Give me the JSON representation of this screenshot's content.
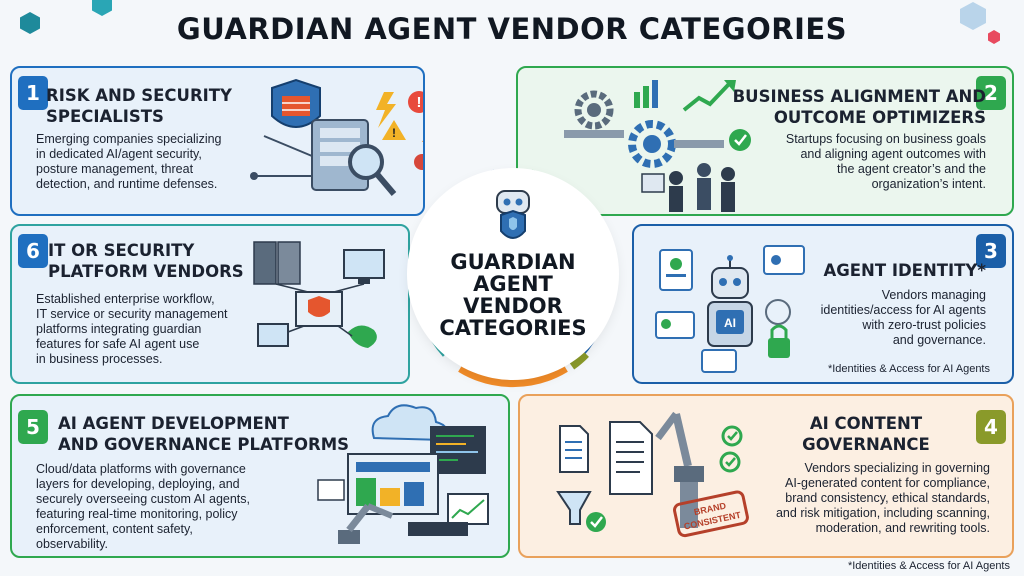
{
  "title": "GUARDIAN AGENT VENDOR CATEGORIES",
  "center": {
    "line1": "GUARDIAN",
    "line2": "AGENT",
    "line3": "VENDOR",
    "line4": "CATEGORIES"
  },
  "cards": [
    {
      "number": "1",
      "title_line1": "RISK AND SECURITY",
      "title_line2": "SPECIALISTS",
      "desc": [
        "Emerging companies specializing",
        "in dedicated AI/agent security,",
        "posture management, threat",
        "detection, and runtime defenses."
      ],
      "color": "#1f6fc0"
    },
    {
      "number": "2",
      "title_line1": "BUSINESS ALIGNMENT AND",
      "title_line2": "OUTCOME OPTIMIZERS",
      "desc": [
        "Startups focusing on business goals",
        "and aligning agent outcomes with",
        "the agent creator’s and the",
        "organization’s intent."
      ],
      "color": "#2fa84f"
    },
    {
      "number": "3",
      "title_line1": "AGENT IDENTITY*",
      "desc": [
        "Vendors managing",
        "identities/access for AI agents",
        "with zero-trust policies",
        "and governance."
      ],
      "footnote": "*Identities & Access for AI Agents",
      "color": "#1b5fa8"
    },
    {
      "number": "4",
      "title_line1": "AI CONTENT",
      "title_line2": "GOVERNANCE",
      "desc": [
        "Vendors specializing in governing",
        "AI-generated content for compliance,",
        "brand consistency, ethical standards,",
        "and risk mitigation, including scanning,",
        "moderation, and rewriting tools."
      ],
      "color": "#8a9a2a"
    },
    {
      "number": "5",
      "title_line1": "AI AGENT DEVELOPMENT",
      "title_line2": "AND GOVERNANCE PLATFORMS",
      "desc": [
        "Cloud/data platforms with governance",
        "layers for developing, deploying, and",
        "securely overseeing custom AI agents,",
        "featuring real-time monitoring, policy",
        "enforcement, content safety,",
        "observability."
      ],
      "color": "#2fa84f"
    },
    {
      "number": "6",
      "title_line1": "IT OR SECURITY",
      "title_line2": "PLATFORM VENDORS",
      "desc": [
        "Established enterprise workflow,",
        "IT service or security management",
        "platforms integrating guardian",
        "features for safe AI agent use",
        "in business processes."
      ],
      "color": "#1f6fc0"
    }
  ],
  "stamp": {
    "line1": "BRAND",
    "line2": "CONSISTENT"
  },
  "footnote": "*Identities & Access for AI Agents",
  "colors": {
    "blue": "#1f6fc0",
    "green": "#2fa84f",
    "teal": "#2fa3a0",
    "orange": "#f28c28",
    "olive": "#8a9a2a",
    "navy": "#1b5fa8"
  }
}
